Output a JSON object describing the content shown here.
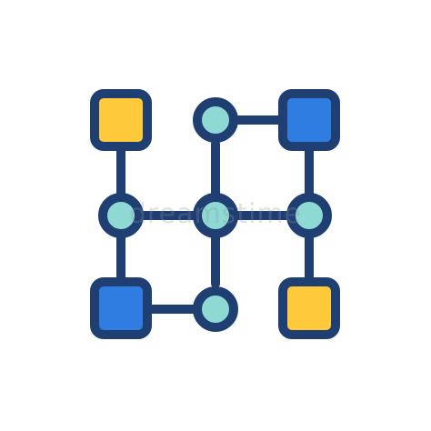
{
  "icon": {
    "name": "network-grid-icon",
    "colors": {
      "stroke": "#1f3f73",
      "yellow": "#ffc93c",
      "blue": "#2f7de1",
      "teal": "#8fd9d4"
    },
    "nodes": [
      {
        "id": "top-left",
        "kind": "square",
        "fill": "yellow"
      },
      {
        "id": "top-right",
        "kind": "square",
        "fill": "blue"
      },
      {
        "id": "bottom-left",
        "kind": "square",
        "fill": "blue"
      },
      {
        "id": "bottom-right",
        "kind": "square",
        "fill": "yellow"
      },
      {
        "id": "top-middle",
        "kind": "circle",
        "fill": "teal"
      },
      {
        "id": "center-left",
        "kind": "circle",
        "fill": "teal"
      },
      {
        "id": "center",
        "kind": "circle",
        "fill": "teal"
      },
      {
        "id": "center-right",
        "kind": "circle",
        "fill": "teal"
      },
      {
        "id": "bottom-middle",
        "kind": "circle",
        "fill": "teal"
      }
    ]
  },
  "watermark": {
    "text": "dreamstime"
  }
}
